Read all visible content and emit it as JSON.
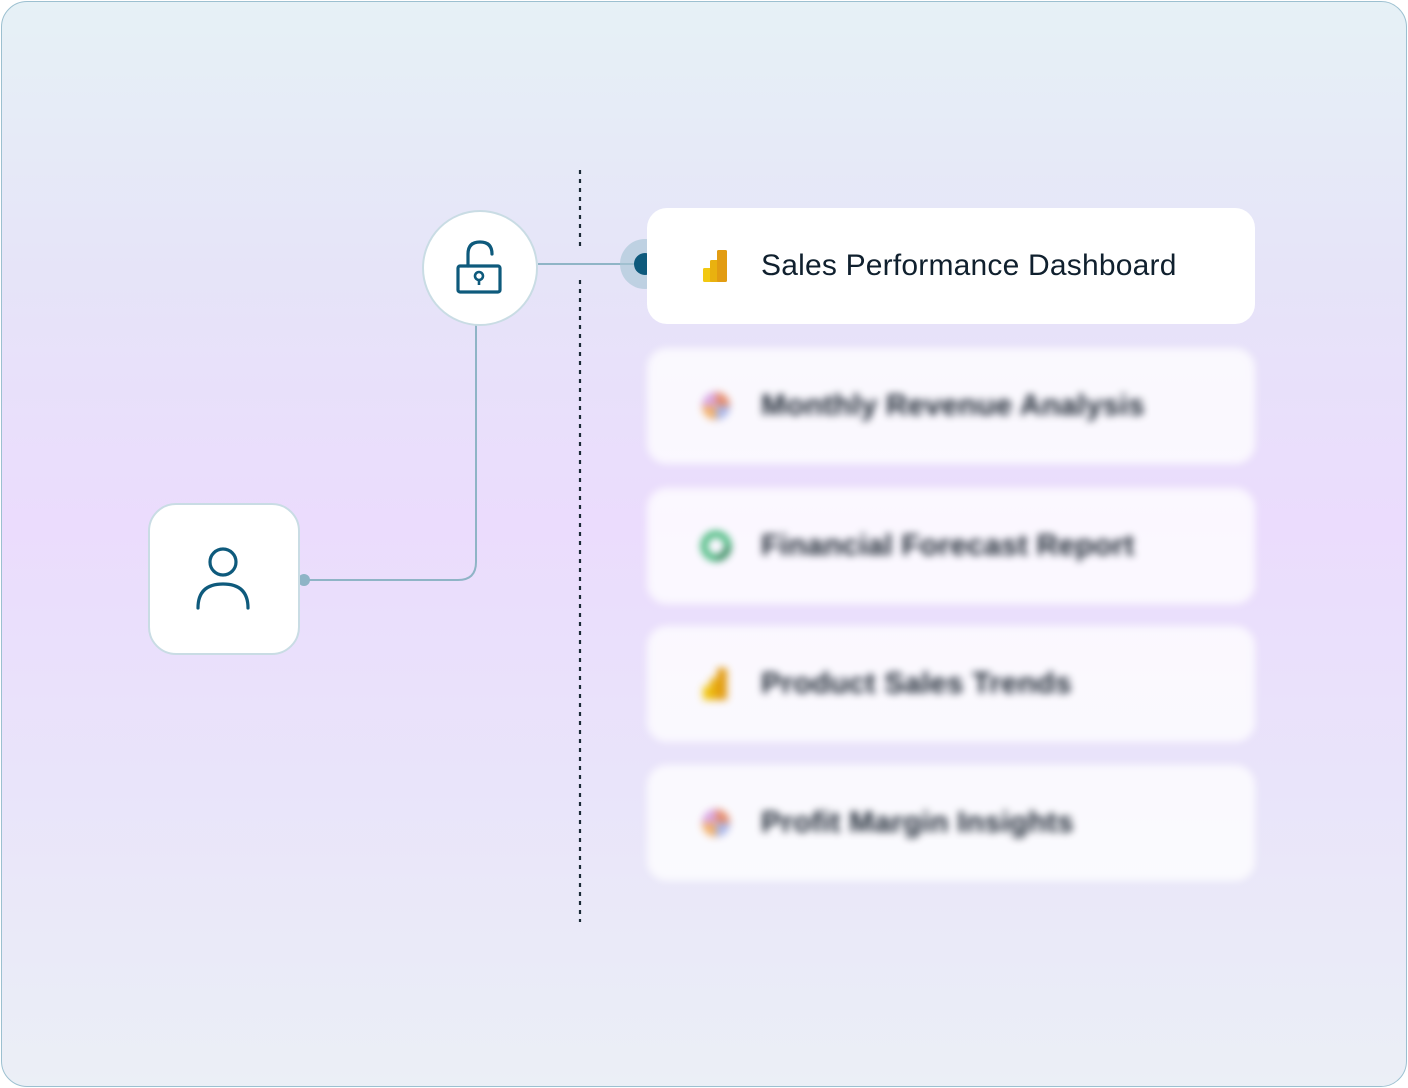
{
  "diagram": {
    "user_node": {
      "icon": "user-icon"
    },
    "access_node": {
      "icon": "unlock-icon"
    },
    "divider": "dotted-vertical-line",
    "reports": [
      {
        "label": "Sales Performance Dashboard",
        "icon": "power-bi-icon",
        "state": "selected"
      },
      {
        "label": "Monthly Revenue Analysis",
        "icon": "pinwheel-icon",
        "state": "blurred"
      },
      {
        "label": "Financial Forecast Report",
        "icon": "ring-icon",
        "state": "blurred"
      },
      {
        "label": "Product Sales Trends",
        "icon": "power-bi-icon",
        "state": "blurred"
      },
      {
        "label": "Profit Margin Insights",
        "icon": "pinwheel-icon",
        "state": "blurred"
      }
    ]
  },
  "colors": {
    "accent": "#0e5a7c",
    "connector": "#8fb4c6",
    "border": "#9cc0d0",
    "powerbi_yellow": "#f2c811",
    "powerbi_orange": "#e8a317"
  }
}
